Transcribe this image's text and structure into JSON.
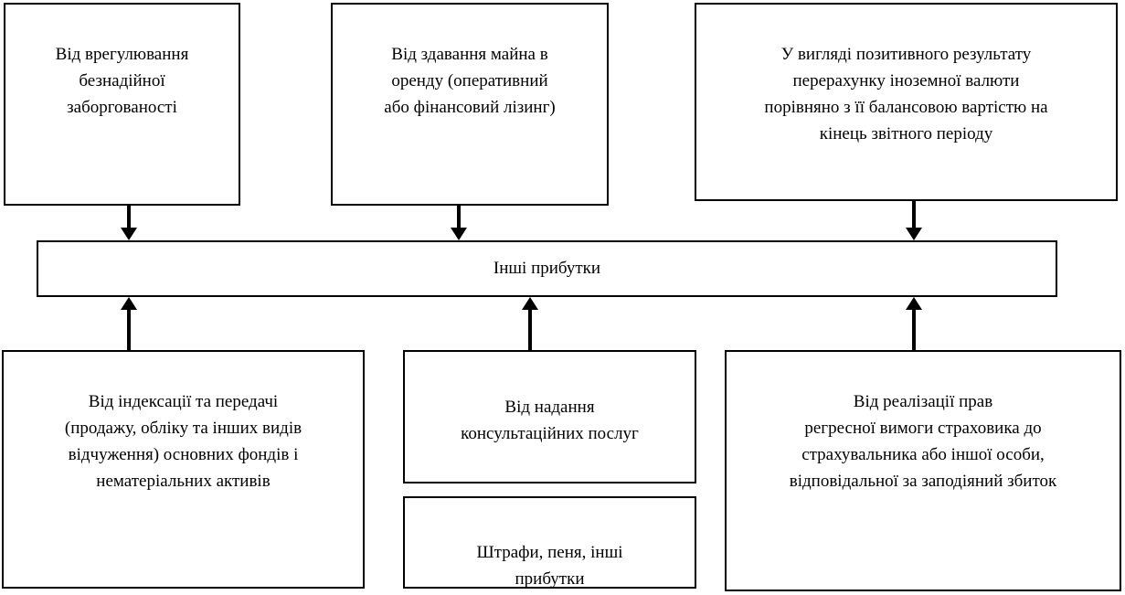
{
  "diagram": {
    "center_label": "Інші прибутки",
    "top_boxes": [
      {
        "id": "bad-debt-settlement",
        "label": "Від врегулювання\nбезнадійної\nзаборгованості"
      },
      {
        "id": "property-leasing",
        "label": "Від здавання майна в\nоренду (оперативний\nабо фінансовий лізинг)"
      },
      {
        "id": "currency-revaluation",
        "label": "У вигляді позитивного результату\nперерахунку іноземної валюти\nпорівняно з її балансовою вартістю на\nкінець звітного періоду"
      }
    ],
    "bottom_boxes": [
      {
        "id": "indexation-transfer",
        "label": "Від індексації та передачі\n(продажу, обліку та інших видів\nвідчуження) основних фондів і\nнематеріальних активів"
      },
      {
        "id": "consulting-services",
        "label": "Від надання\nконсультаційних послуг"
      },
      {
        "id": "fines-penalties",
        "label": "Штрафи, пеня, інші\nприбутки"
      },
      {
        "id": "recourse-rights",
        "label": "Від реалізації прав\nрегресної вимоги страховика до\nстрахувальника або іншої особи,\nвідповідальної за заподіяний збиток"
      }
    ],
    "colors": {
      "border": "#000000",
      "background": "#ffffff",
      "text": "#000000"
    }
  }
}
